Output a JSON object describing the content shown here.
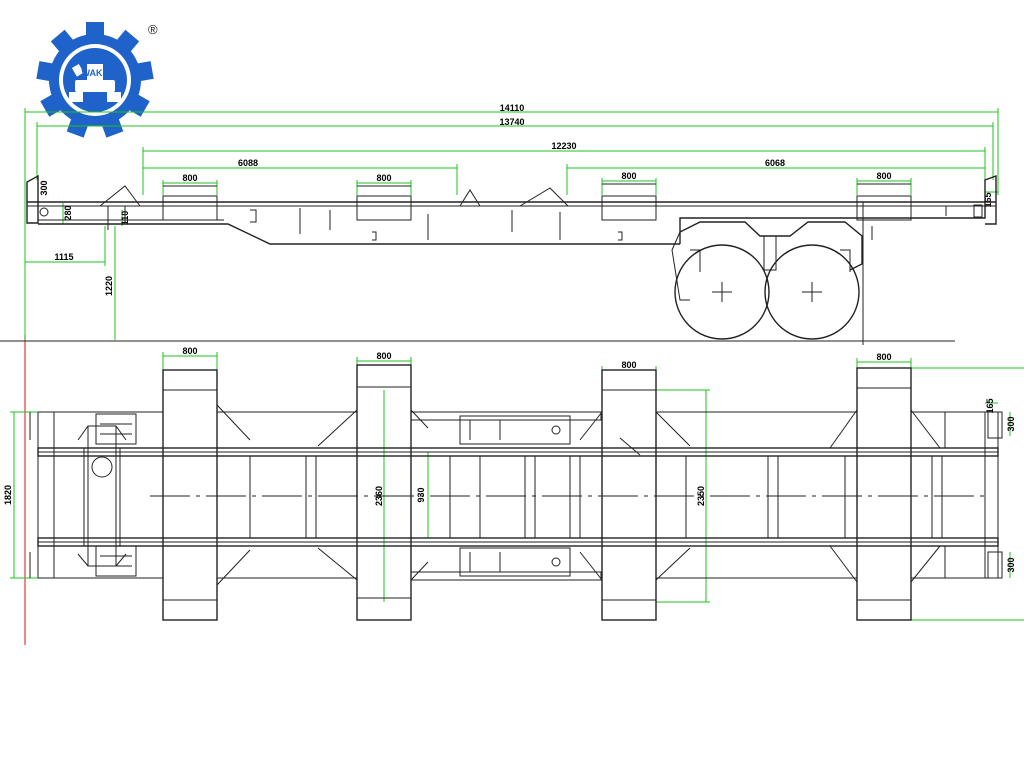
{
  "brand": {
    "logo_text": "WAKE",
    "registered_mark": "®",
    "logo_color": "#1f62c9"
  },
  "colors": {
    "dimension_lines": "#1fc21f",
    "drawing_lines": "#222222",
    "reference_line": "#e23b3b"
  },
  "side_view": {
    "dimensions": {
      "overall_length": "14110",
      "frame_length": "13740",
      "kingpin_to_rear": "12230",
      "front_twistlock_spacing": "6088",
      "rear_twistlock_spacing": "6068",
      "pad_width_1": "800",
      "pad_width_2": "800",
      "pad_width_3": "800",
      "pad_width_4": "800",
      "front_beam_height": "300",
      "gooseneck_height": "280",
      "front_overhang": "1115",
      "deck_height": "1220",
      "rear_height": "165",
      "neck_small": "110"
    }
  },
  "top_view": {
    "dimensions": {
      "pad_width_1": "800",
      "pad_width_2": "800",
      "pad_width_3": "800",
      "pad_width_4": "800",
      "overall_width": "1820",
      "crossmember_width_1": "2360",
      "beam_spacing": "930",
      "crossmember_width_2": "2350",
      "rear_offset": "165",
      "rear_lock_1": "300",
      "rear_lock_2": "300"
    }
  }
}
